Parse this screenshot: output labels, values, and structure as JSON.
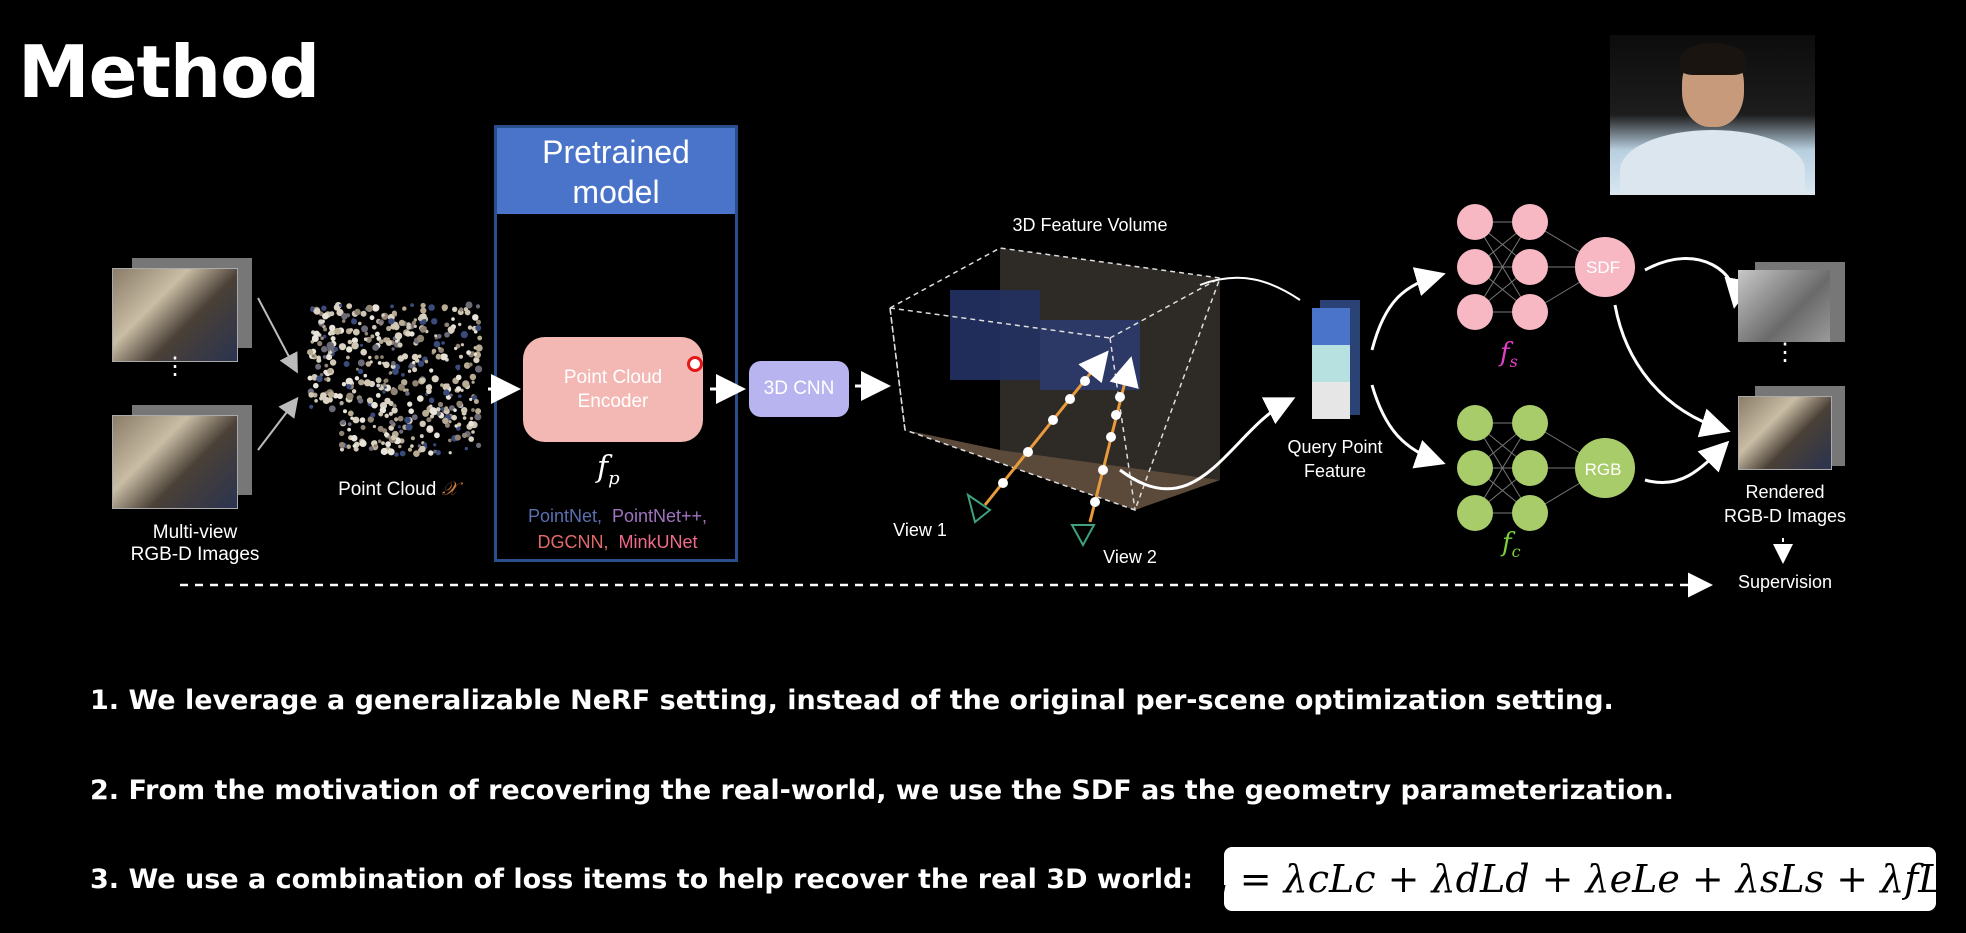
{
  "title": "Method",
  "pretrained": {
    "line1": "Pretrained",
    "line2": "model"
  },
  "encoder": {
    "line1": "Point Cloud",
    "line2": "Encoder",
    "symbol": "f",
    "subscript": "p"
  },
  "encoder_options": {
    "a": "PointNet,",
    "b": "PointNet++,",
    "c": "DGCNN,",
    "d": "MinkUNet"
  },
  "cnn": "3D CNN",
  "labels": {
    "multiview1": "Multi-view",
    "multiview2": "RGB-D Images",
    "point_cloud": "Point Cloud",
    "point_cloud_symbol": "𝒳",
    "feature_volume": "3D Feature Volume",
    "view1": "View 1",
    "view2": "View 2",
    "query1": "Query Point",
    "query2": "Feature",
    "sdf": "SDF",
    "rgb": "RGB",
    "fs_symbol": "f",
    "fs_sub": "s",
    "fc_symbol": "f",
    "fc_sub": "c",
    "rendered1": "Rendered",
    "rendered2": "RGB-D Images",
    "supervision": "Supervision",
    "dots": "⋮"
  },
  "bullets": [
    "1. We leverage a generalizable NeRF setting, instead of the original per-scene optimization setting.",
    "2. From the motivation of recovering the real-world, we use the SDF as the geometry parameterization.",
    "3. We use a combination of loss items to help recover the real 3D world:"
  ],
  "formula": "L = λcLc + λdLd + λeLe + λsLs + λfLf",
  "colors": {
    "pretrained_header": "#4a74c9",
    "encoder": "#f3b8b4",
    "cnn": "#b8b4f0",
    "sdf_nodes": "#f7b8c4",
    "rgb_nodes": "#a9cc6a",
    "fs_label": "#e040c8",
    "fc_label": "#7ad040",
    "pointnet": "#5a6fb0",
    "pointnetpp": "#a074c0",
    "dgcnn": "#e06a6a",
    "minkunet": "#f06a8a",
    "ray": "#e89a3c"
  }
}
